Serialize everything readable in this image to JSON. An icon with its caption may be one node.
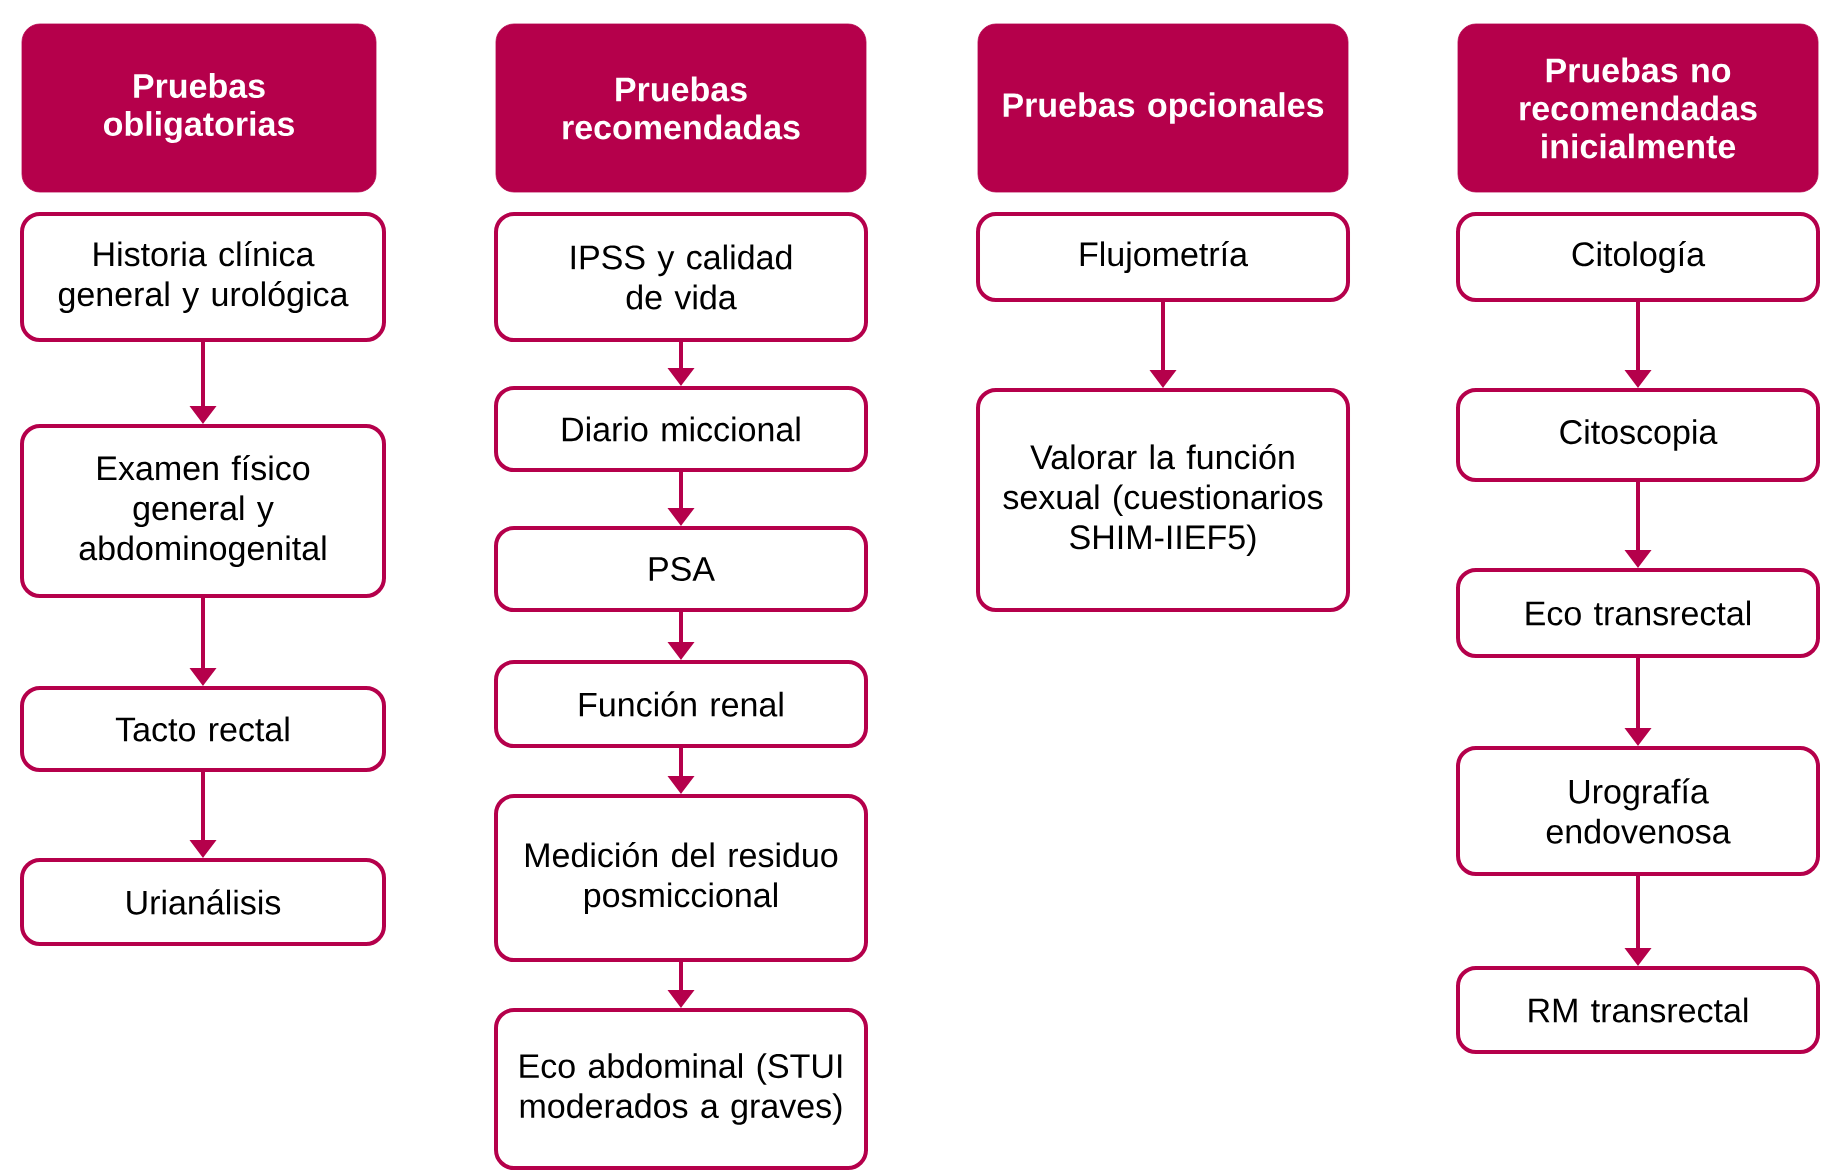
{
  "diagram": {
    "nodes": [
      {
        "text": [
          "Pruebas obligatorias"
        ]
      },
      {
        "text": [
          "Historia clínica general y urológica"
        ]
      },
      {
        "text": [
          "Examen físico general y abdominogenital"
        ]
      },
      {
        "text": [
          "Tacto rectal"
        ]
      },
      {
        "text": [
          "Urianálisis"
        ]
      },
      {
        "text": [
          "Pruebas recomendadas"
        ]
      },
      {
        "text": [
          "IPSS y calidad de vida"
        ]
      },
      {
        "text": [
          "Diario miccional"
        ]
      },
      {
        "text": [
          "PSA"
        ]
      },
      {
        "text": [
          "Función renal"
        ]
      },
      {
        "text": [
          "Medición del residuo posmiccional"
        ]
      },
      {
        "text": [
          "Eco abdominal (STUI moderados a graves)"
        ]
      },
      {
        "text": [
          "Pruebas opcionales"
        ]
      },
      {
        "text": [
          "Flujometría"
        ]
      },
      {
        "text": [
          "Valorar la función sexual (cuestionarios SHIM-IIEF5)"
        ]
      },
      {
        "text": [
          "Pruebas no recomendadas inicialmente"
        ]
      },
      {
        "text": [
          "Citología"
        ]
      },
      {
        "text": [
          "Citoscopia"
        ]
      },
      {
        "text": [
          "Eco transrectal"
        ]
      },
      {
        "text": [
          "Urografía endovenosa"
        ]
      },
      {
        "text": [
          "RM transrectal"
        ]
      }
    ],
    "edges": [
      {
        "from": 1,
        "to": 2,
        "arrow": "to"
      },
      {
        "from": 2,
        "to": 3,
        "arrow": "to"
      },
      {
        "from": 3,
        "to": 4,
        "arrow": "to"
      },
      {
        "from": 6,
        "to": 7,
        "arrow": "to"
      },
      {
        "from": 7,
        "to": 8,
        "arrow": "to"
      },
      {
        "from": 8,
        "to": 9,
        "arrow": "to"
      },
      {
        "from": 9,
        "to": 10,
        "arrow": "to"
      },
      {
        "from": 10,
        "to": 11,
        "arrow": "to"
      },
      {
        "from": 13,
        "to": 14,
        "arrow": "to"
      },
      {
        "from": 16,
        "to": 17,
        "arrow": "to"
      },
      {
        "from": 17,
        "to": 18,
        "arrow": "to"
      },
      {
        "from": 18,
        "to": 19,
        "arrow": "to"
      },
      {
        "from": 19,
        "to": 20,
        "arrow": "to"
      }
    ]
  }
}
